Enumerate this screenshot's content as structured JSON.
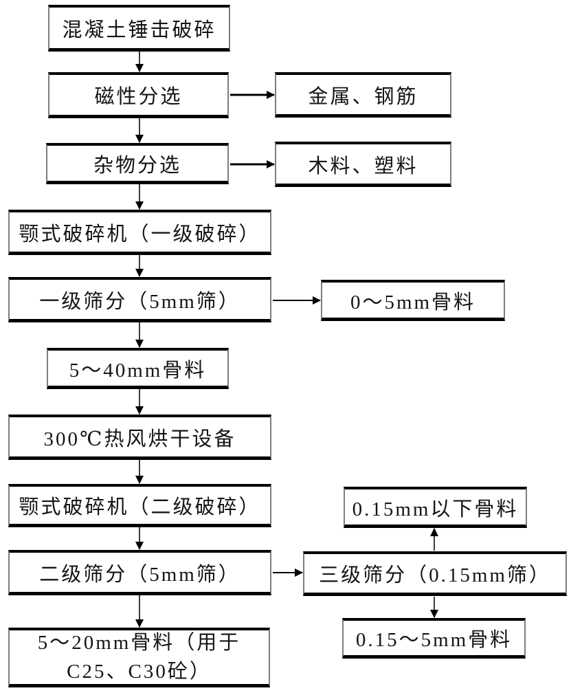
{
  "diagram": {
    "type": "flowchart",
    "colors": {
      "background": "#ffffff",
      "box_fill": "#ffffff",
      "box_border_top_bottom": "#000000",
      "box_border_sides": "#7d7d7d",
      "arrow_color": "#000000",
      "text_color": "#141414"
    },
    "nodes": {
      "b1": {
        "label": "混凝土锤击破碎"
      },
      "b2": {
        "label": "磁性分选"
      },
      "b3": {
        "label": "杂物分选"
      },
      "b4": {
        "label": "颚式破碎机（一级破碎）"
      },
      "b5": {
        "label": "一级筛分（5mm筛）"
      },
      "b6": {
        "label": "5～40mm骨料"
      },
      "b7": {
        "label": "300℃热风烘干设备"
      },
      "b8": {
        "label": "颚式破碎机（二级破碎）"
      },
      "b9": {
        "label": "二级筛分（5mm筛）"
      },
      "b10": {
        "label_line1": "5～20mm骨料（用于",
        "label_line2": "C25、C30砼）"
      },
      "r1": {
        "label": "金属、钢筋"
      },
      "r2": {
        "label": "木料、塑料"
      },
      "r3": {
        "label": "0～5mm骨料"
      },
      "r4": {
        "label": "0.15mm以下骨料"
      },
      "r5": {
        "label": "三级筛分（0.15mm筛）"
      },
      "r6": {
        "label": "0.15～5mm骨料"
      }
    },
    "edges": [
      {
        "from": "b1",
        "to": "b2",
        "direction": "down"
      },
      {
        "from": "b2",
        "to": "b3",
        "direction": "down"
      },
      {
        "from": "b3",
        "to": "b4",
        "direction": "down"
      },
      {
        "from": "b4",
        "to": "b5",
        "direction": "down"
      },
      {
        "from": "b5",
        "to": "b6",
        "direction": "down"
      },
      {
        "from": "b6",
        "to": "b7",
        "direction": "down"
      },
      {
        "from": "b7",
        "to": "b8",
        "direction": "down"
      },
      {
        "from": "b8",
        "to": "b9",
        "direction": "down"
      },
      {
        "from": "b9",
        "to": "b10",
        "direction": "down"
      },
      {
        "from": "b2",
        "to": "r1",
        "direction": "right"
      },
      {
        "from": "b3",
        "to": "r2",
        "direction": "right"
      },
      {
        "from": "b5",
        "to": "r3",
        "direction": "right"
      },
      {
        "from": "b9",
        "to": "r5",
        "direction": "right"
      },
      {
        "from": "r5",
        "to": "r4",
        "direction": "up"
      },
      {
        "from": "r5",
        "to": "r6",
        "direction": "down"
      }
    ]
  }
}
